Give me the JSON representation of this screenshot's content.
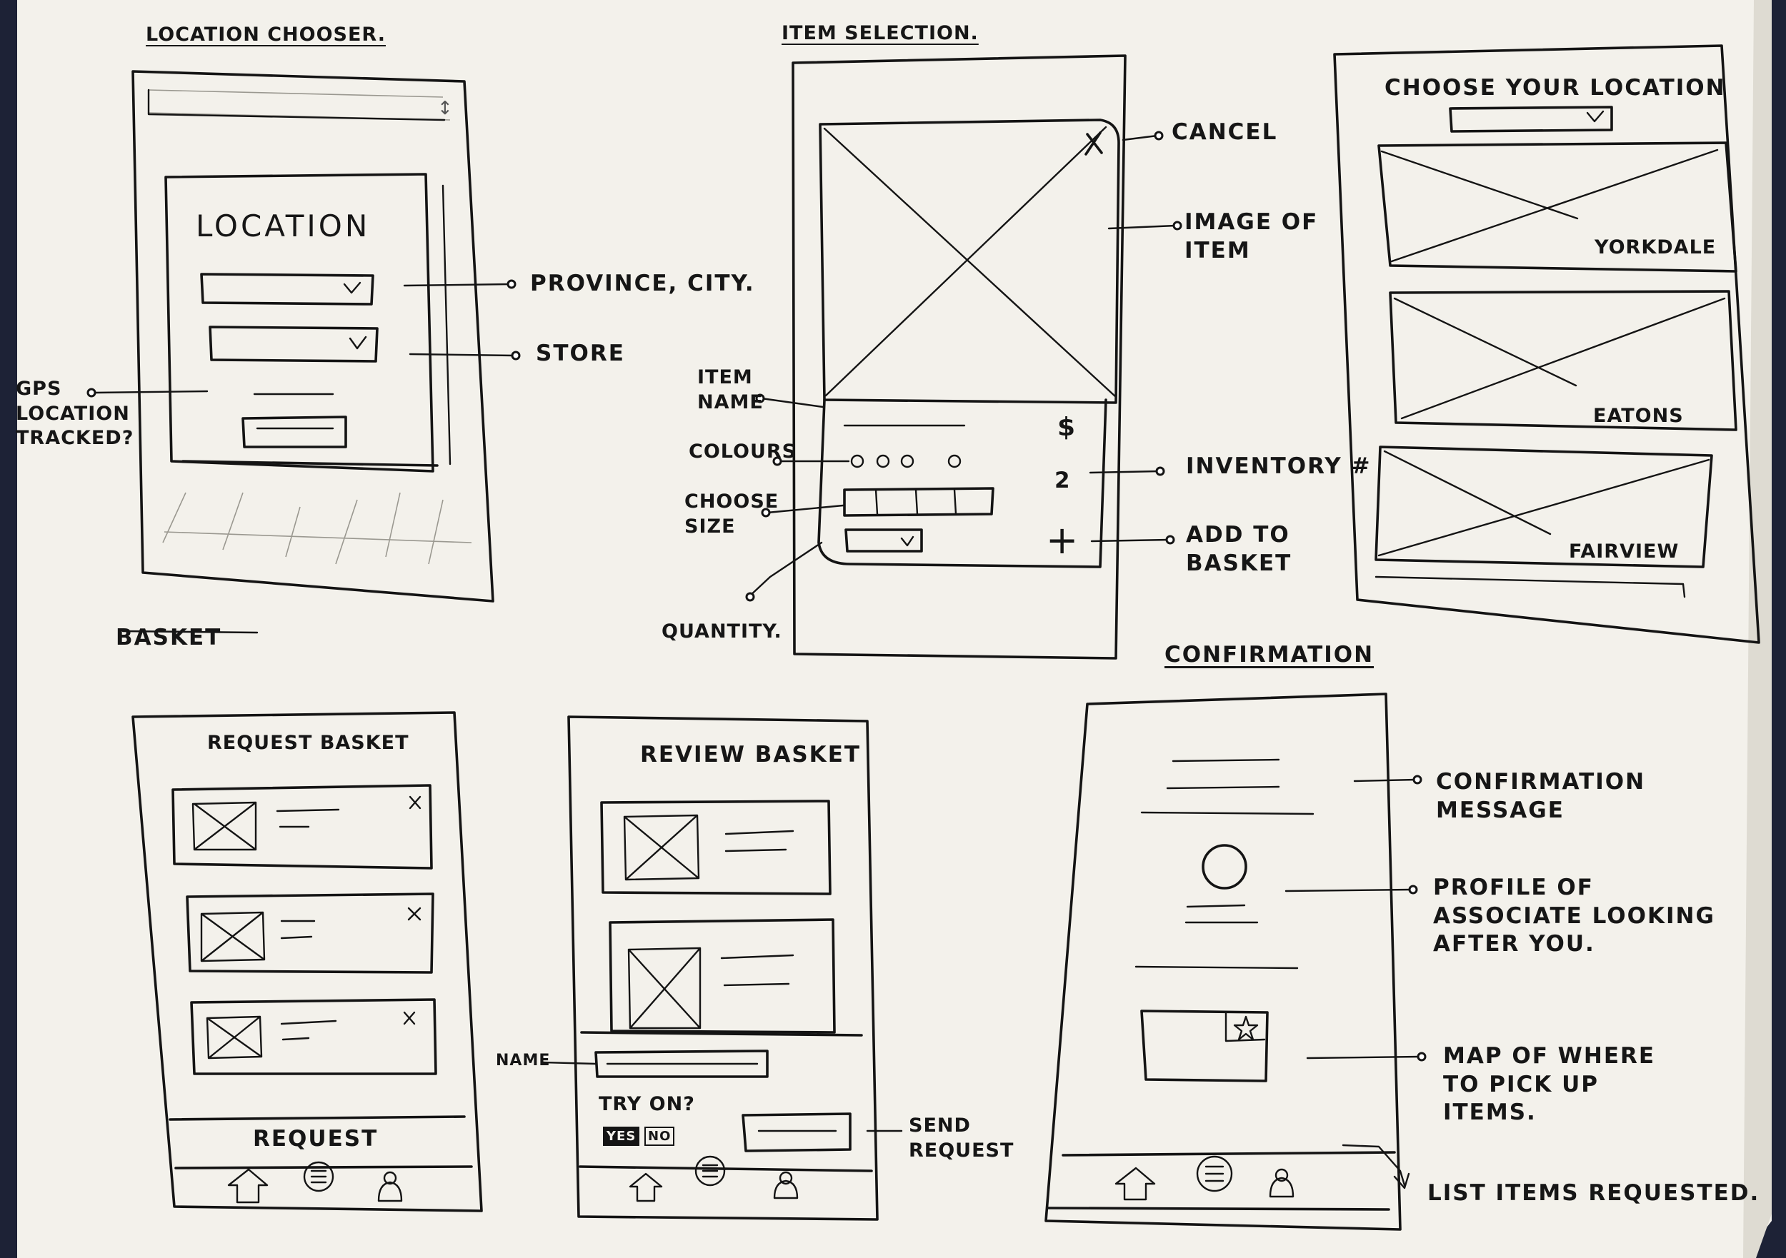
{
  "sections": {
    "location_chooser": "LOCATION CHOOSER.",
    "item_selection": "ITEM SELECTION.",
    "basket": "BASKET",
    "confirmation": "CONFIRMATION"
  },
  "location_chooser": {
    "panel_title": "LOCATION",
    "annotations": {
      "province_city": "PROVINCE, CITY.",
      "store": "STORE",
      "gps": "GPS\nLOCATION\nTRACKED?"
    }
  },
  "item_selection": {
    "price_symbol": "$",
    "inventory_value": "2",
    "add_symbol": "+",
    "cancel_symbol": "×",
    "annotations": {
      "cancel": "CANCEL",
      "image_of_item": "IMAGE OF\nITEM",
      "item_name": "ITEM\nNAME",
      "colours": "COLOURS",
      "choose_size": "CHOOSE\nSIZE",
      "quantity": "QUANTITY.",
      "inventory": "INVENTORY #",
      "add_to_basket": "ADD TO\nBASKET"
    }
  },
  "choose_location": {
    "title": "CHOOSE YOUR LOCATION",
    "stores": [
      "YORKDALE",
      "EATONS",
      "FAIRVIEW"
    ]
  },
  "basket": {
    "request_title": "REQUEST BASKET",
    "request_button": "REQUEST",
    "review_title": "REVIEW BASKET",
    "try_on": "TRY ON?",
    "yes": "YES",
    "no": "NO",
    "annotations": {
      "name": "NAME",
      "send_request": "SEND\nREQUEST"
    }
  },
  "confirmation": {
    "annotations": {
      "confirmation_message": "CONFIRMATION\nMESSAGE",
      "profile": "PROFILE OF\nASSOCIATE LOOKING\nAFTER YOU.",
      "map": "MAP OF WHERE\nTO PICK UP\nITEMS.",
      "list_items": "LIST ITEMS REQUESTED."
    }
  },
  "icons": [
    "home-icon",
    "list-icon",
    "user-icon",
    "chevron-down-icon",
    "close-icon",
    "star-icon"
  ],
  "colors": {
    "paper": "#f3f1eb",
    "ink": "#141414",
    "background": "#1d2236"
  }
}
